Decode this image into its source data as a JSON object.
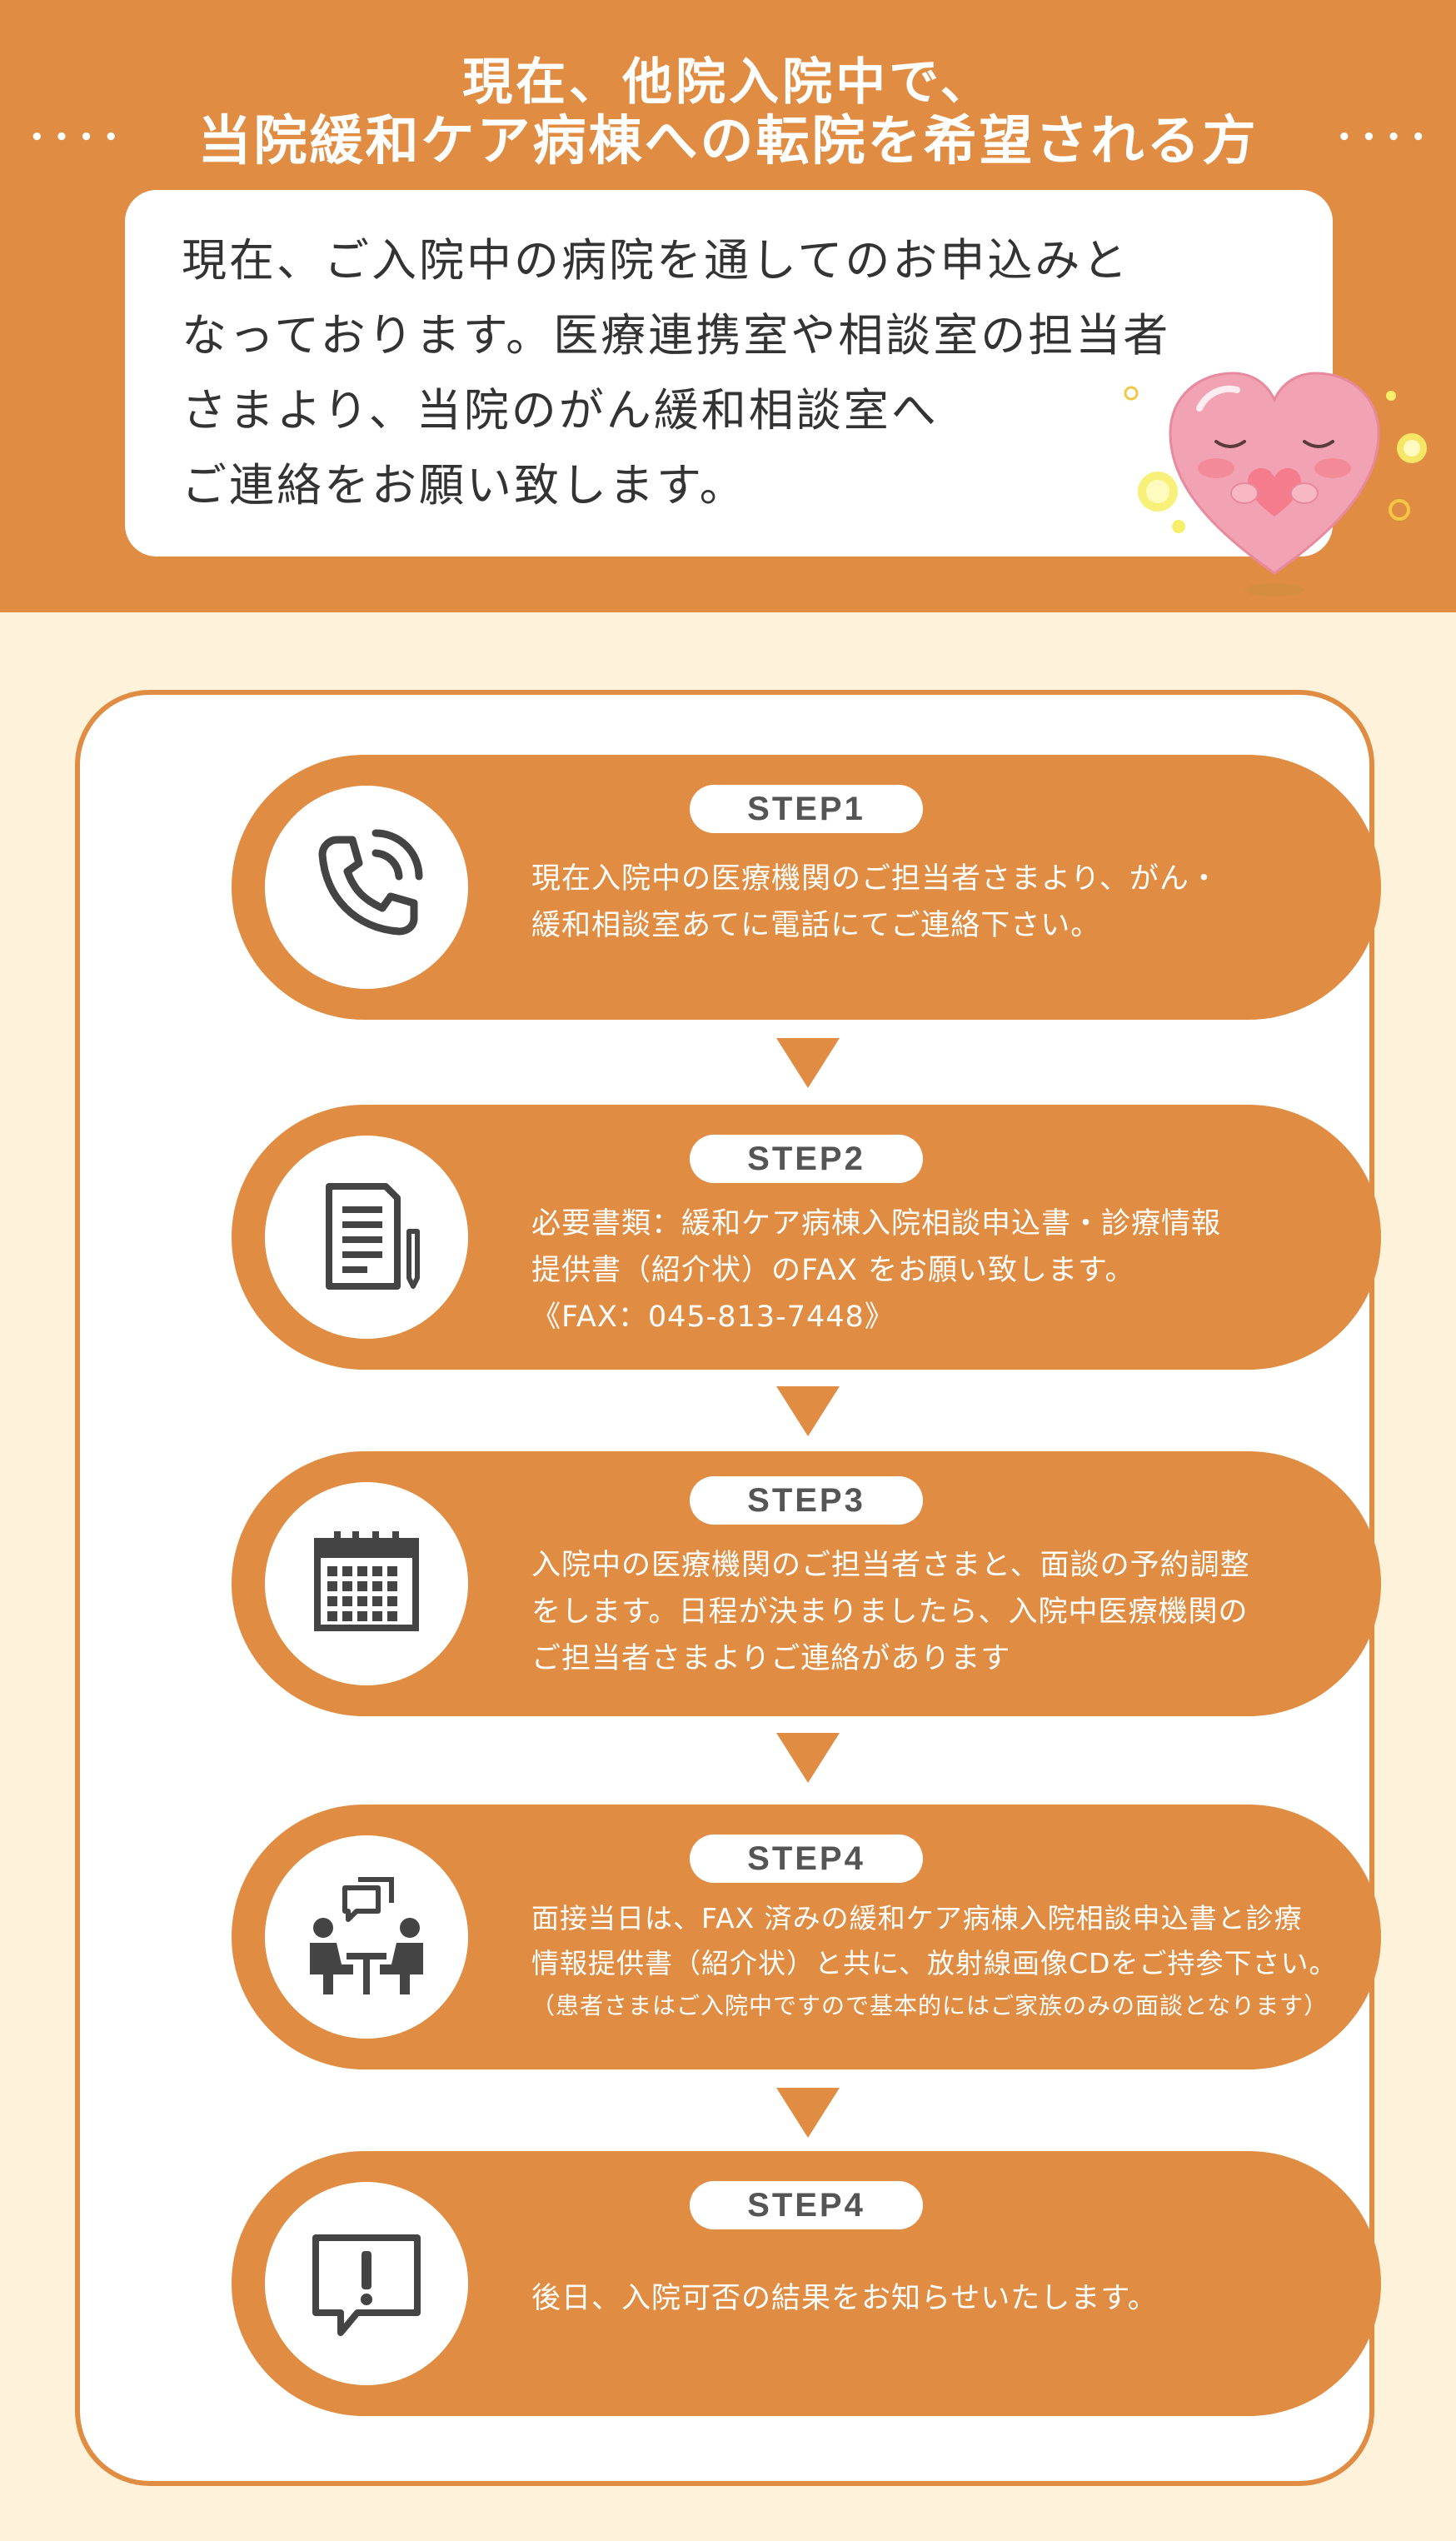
{
  "header": {
    "title_line1": "現在、他院入院中で、",
    "title_line2": "当院緩和ケア病棟への転院を希望される方",
    "dots": "••••"
  },
  "intro": {
    "lines": [
      "現在、ご入院中の病院を通してのお申込みと",
      "なっております。医療連携室や相談室の担当者",
      "さまより、当院のがん緩和相談室へ",
      "ご連絡をお願い致します。"
    ]
  },
  "steps": [
    {
      "label": "STEP1",
      "icon": "phone-icon",
      "lines": [
        "現在入院中の医療機関のご担当者さまより、がん・",
        "緩和相談室あてに電話にてご連絡下さい。"
      ]
    },
    {
      "label": "STEP2",
      "icon": "document-icon",
      "lines": [
        "必要書類：緩和ケア病棟入院相談申込書・診療情報",
        "提供書（紹介状）のFAX をお願い致します。",
        "《FAX：045-813-7448》"
      ]
    },
    {
      "label": "STEP3",
      "icon": "calendar-icon",
      "lines": [
        "入院中の医療機関のご担当者さまと、面談の予約調整",
        "をします。日程が決まりましたら、入院中医療機関の",
        "ご担当者さまよりご連絡があります"
      ]
    },
    {
      "label": "STEP4",
      "icon": "meeting-icon",
      "lines": [
        "面接当日は、FAX 済みの緩和ケア病棟入院相談申込書と診療",
        "情報提供書（紹介状）と共に、放射線画像CDをご持参下さい。"
      ],
      "note": "（患者さまはご入院中ですので基本的にはご家族のみの面談となります）"
    },
    {
      "label": "STEP4",
      "icon": "alert-icon",
      "lines": [
        "後日、入院可否の結果をお知らせいたします。"
      ]
    }
  ],
  "colors": {
    "accent": "#E08D43",
    "background": "#FEF3DA",
    "heart": "#F2A3B3"
  }
}
